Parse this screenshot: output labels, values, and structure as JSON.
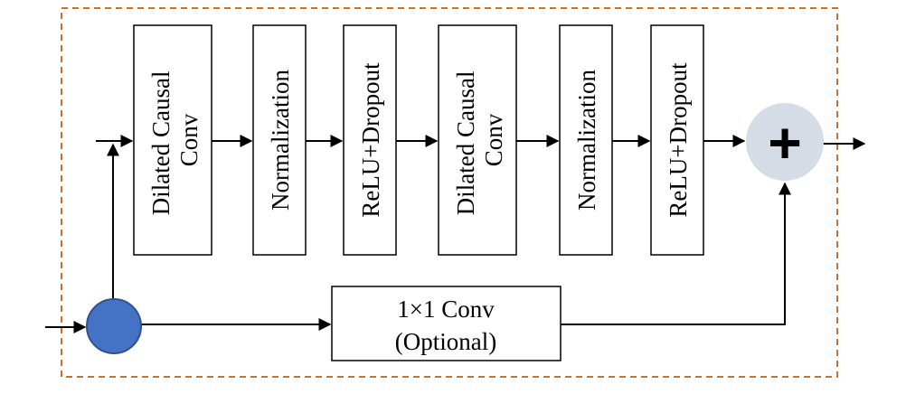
{
  "blocks": [
    {
      "line1": "Dilated Causal",
      "line2": "Conv"
    },
    {
      "line1": "Normalization"
    },
    {
      "line1": "ReLU+Dropout"
    },
    {
      "line1": "Dilated Causal",
      "line2": "Conv"
    },
    {
      "line1": "Normalization"
    },
    {
      "line1": "ReLU+Dropout"
    }
  ],
  "shortcut": {
    "line1": "1×1 Conv",
    "line2": "(Optional)"
  },
  "sum_symbol": "+",
  "colors": {
    "outline": "#c87137",
    "input_node": "#4472c4",
    "input_node_stroke": "#2f528f",
    "sum_node": "#d6dce5"
  }
}
